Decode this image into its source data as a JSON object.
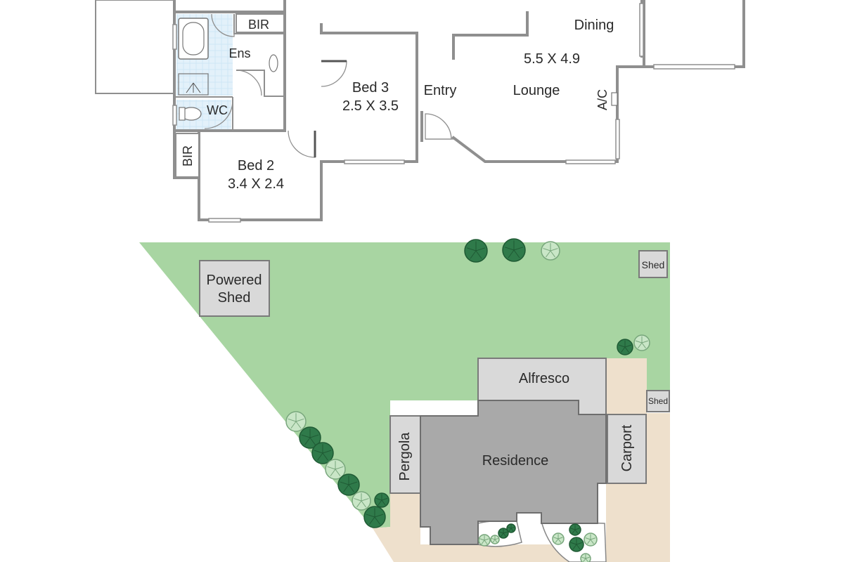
{
  "floor_plan": {
    "rooms": {
      "bir_top": "BIR",
      "ensuite": "Ens",
      "wc": "WC",
      "bir_side": "BIR",
      "bed3_name": "Bed 3",
      "bed3_size": "2.5 X 3.5",
      "bed2_name": "Bed 2",
      "bed2_size": "3.4 X 2.4",
      "entry": "Entry",
      "dining": "Dining",
      "lounge_size": "5.5 X 4.9",
      "lounge": "Lounge",
      "ac": "A/C"
    }
  },
  "site_plan": {
    "powered_shed_line1": "Powered",
    "powered_shed_line2": "Shed",
    "shed_top": "Shed",
    "shed_side": "Shed",
    "alfresco": "Alfresco",
    "pergola": "Pergola",
    "residence": "Residence",
    "carport": "Carport"
  },
  "colors": {
    "wall": "#8f8f8f",
    "lawn": "#a8d5a2",
    "paving": "#eee0cc",
    "residence": "#a9a9a9",
    "structure": "#d9d9d9",
    "tile": "#cfe6f5",
    "tree_dark": "#2f7a4a",
    "tree_light": "#c9e6c7"
  }
}
